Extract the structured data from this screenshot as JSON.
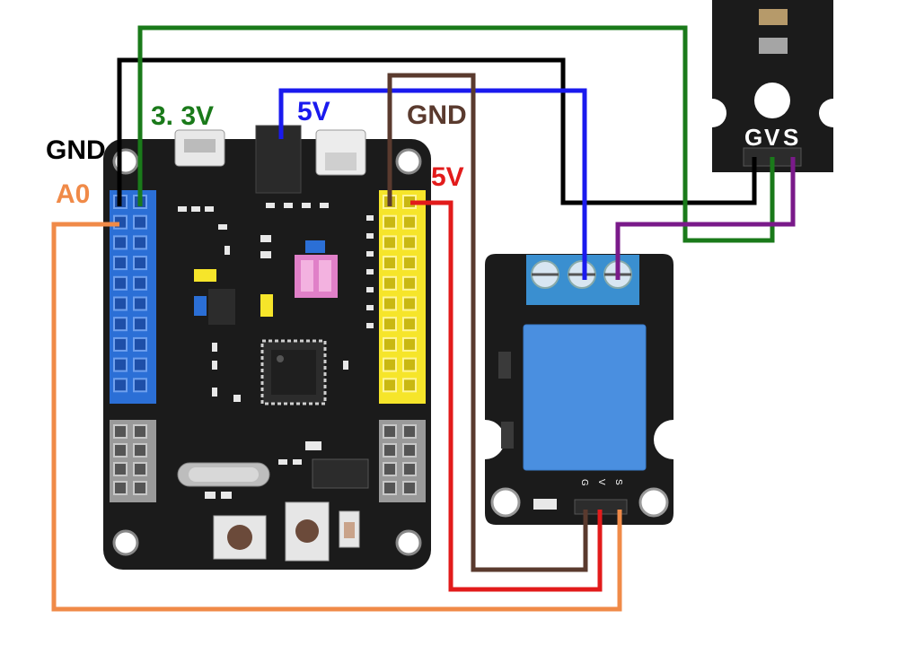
{
  "labels": {
    "gnd_left": "GND",
    "a0": "A0",
    "v33": "3. 3V",
    "v5_top": "5V",
    "gnd_top": "GND",
    "v5_right": "5V"
  },
  "sensor": {
    "pins": [
      "G",
      "V",
      "S"
    ]
  },
  "relay": {
    "pins": [
      "G",
      "V",
      "S"
    ]
  },
  "colors": {
    "gnd_wire": "#000000",
    "a0_wire": "#f08a48",
    "v33_wire": "#1a7a1a",
    "v5_wire": "#1a1aee",
    "relay_gnd_wire": "#5a3a2e",
    "relay_5v_wire": "#e21b1b",
    "signal_wire": "#7a1a8a",
    "board": "#1a1a1a",
    "header_blue": "#2b6fd6",
    "header_yellow": "#f6e52a",
    "relay_blue": "#4a8fe0"
  }
}
